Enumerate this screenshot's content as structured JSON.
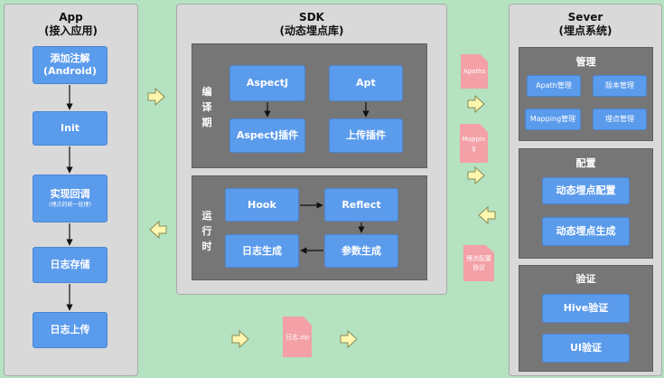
{
  "app": {
    "title": "App",
    "subtitle": "(接入应用)",
    "annotation_label": "添加注解",
    "annotation_sub": "(Android)",
    "init": "Init",
    "callback": "实现回调",
    "callback_sub": "(埋点的统一处理)",
    "log_store": "日志存储",
    "log_upload": "日志上传"
  },
  "sdk": {
    "title": "SDK",
    "subtitle": "(动态埋点库)",
    "compile_label": [
      "编",
      "译",
      "期"
    ],
    "aspectj": "AspectJ",
    "apt": "Apt",
    "aspectj_plugin": "AspectJ插件",
    "upload_plugin": "上传插件",
    "runtime_label": [
      "运",
      "行",
      "时"
    ],
    "hook": "Hook",
    "reflect": "Reflect",
    "log_gen": "日志生成",
    "param_gen": "参数生成"
  },
  "server": {
    "title": "Sever",
    "subtitle": "(埋点系统)",
    "manage_title": "管理",
    "apath_manage": "Apath管理",
    "version_manage": "版本管理",
    "mapping_manage": "Mapping管理",
    "point_manage": "埋点管理",
    "config_title": "配置",
    "dyn_config": "动态埋点配置",
    "dyn_gen": "动态埋点生成",
    "verify_title": "验证",
    "hive_verify": "Hive验证",
    "ui_verify": "UI验证"
  },
  "docs": {
    "apaths": "Apaths",
    "mapping": "Mapping",
    "config_protocol": "埋点配置协议",
    "log_zip": "日志.zip"
  },
  "colors": {
    "background": "#b5e2c0",
    "panel": "#d9d9d9",
    "group": "#767676",
    "box": "#5b9bec",
    "doc": "#f3a0a6",
    "flow_arrow": "#fff7b0"
  }
}
